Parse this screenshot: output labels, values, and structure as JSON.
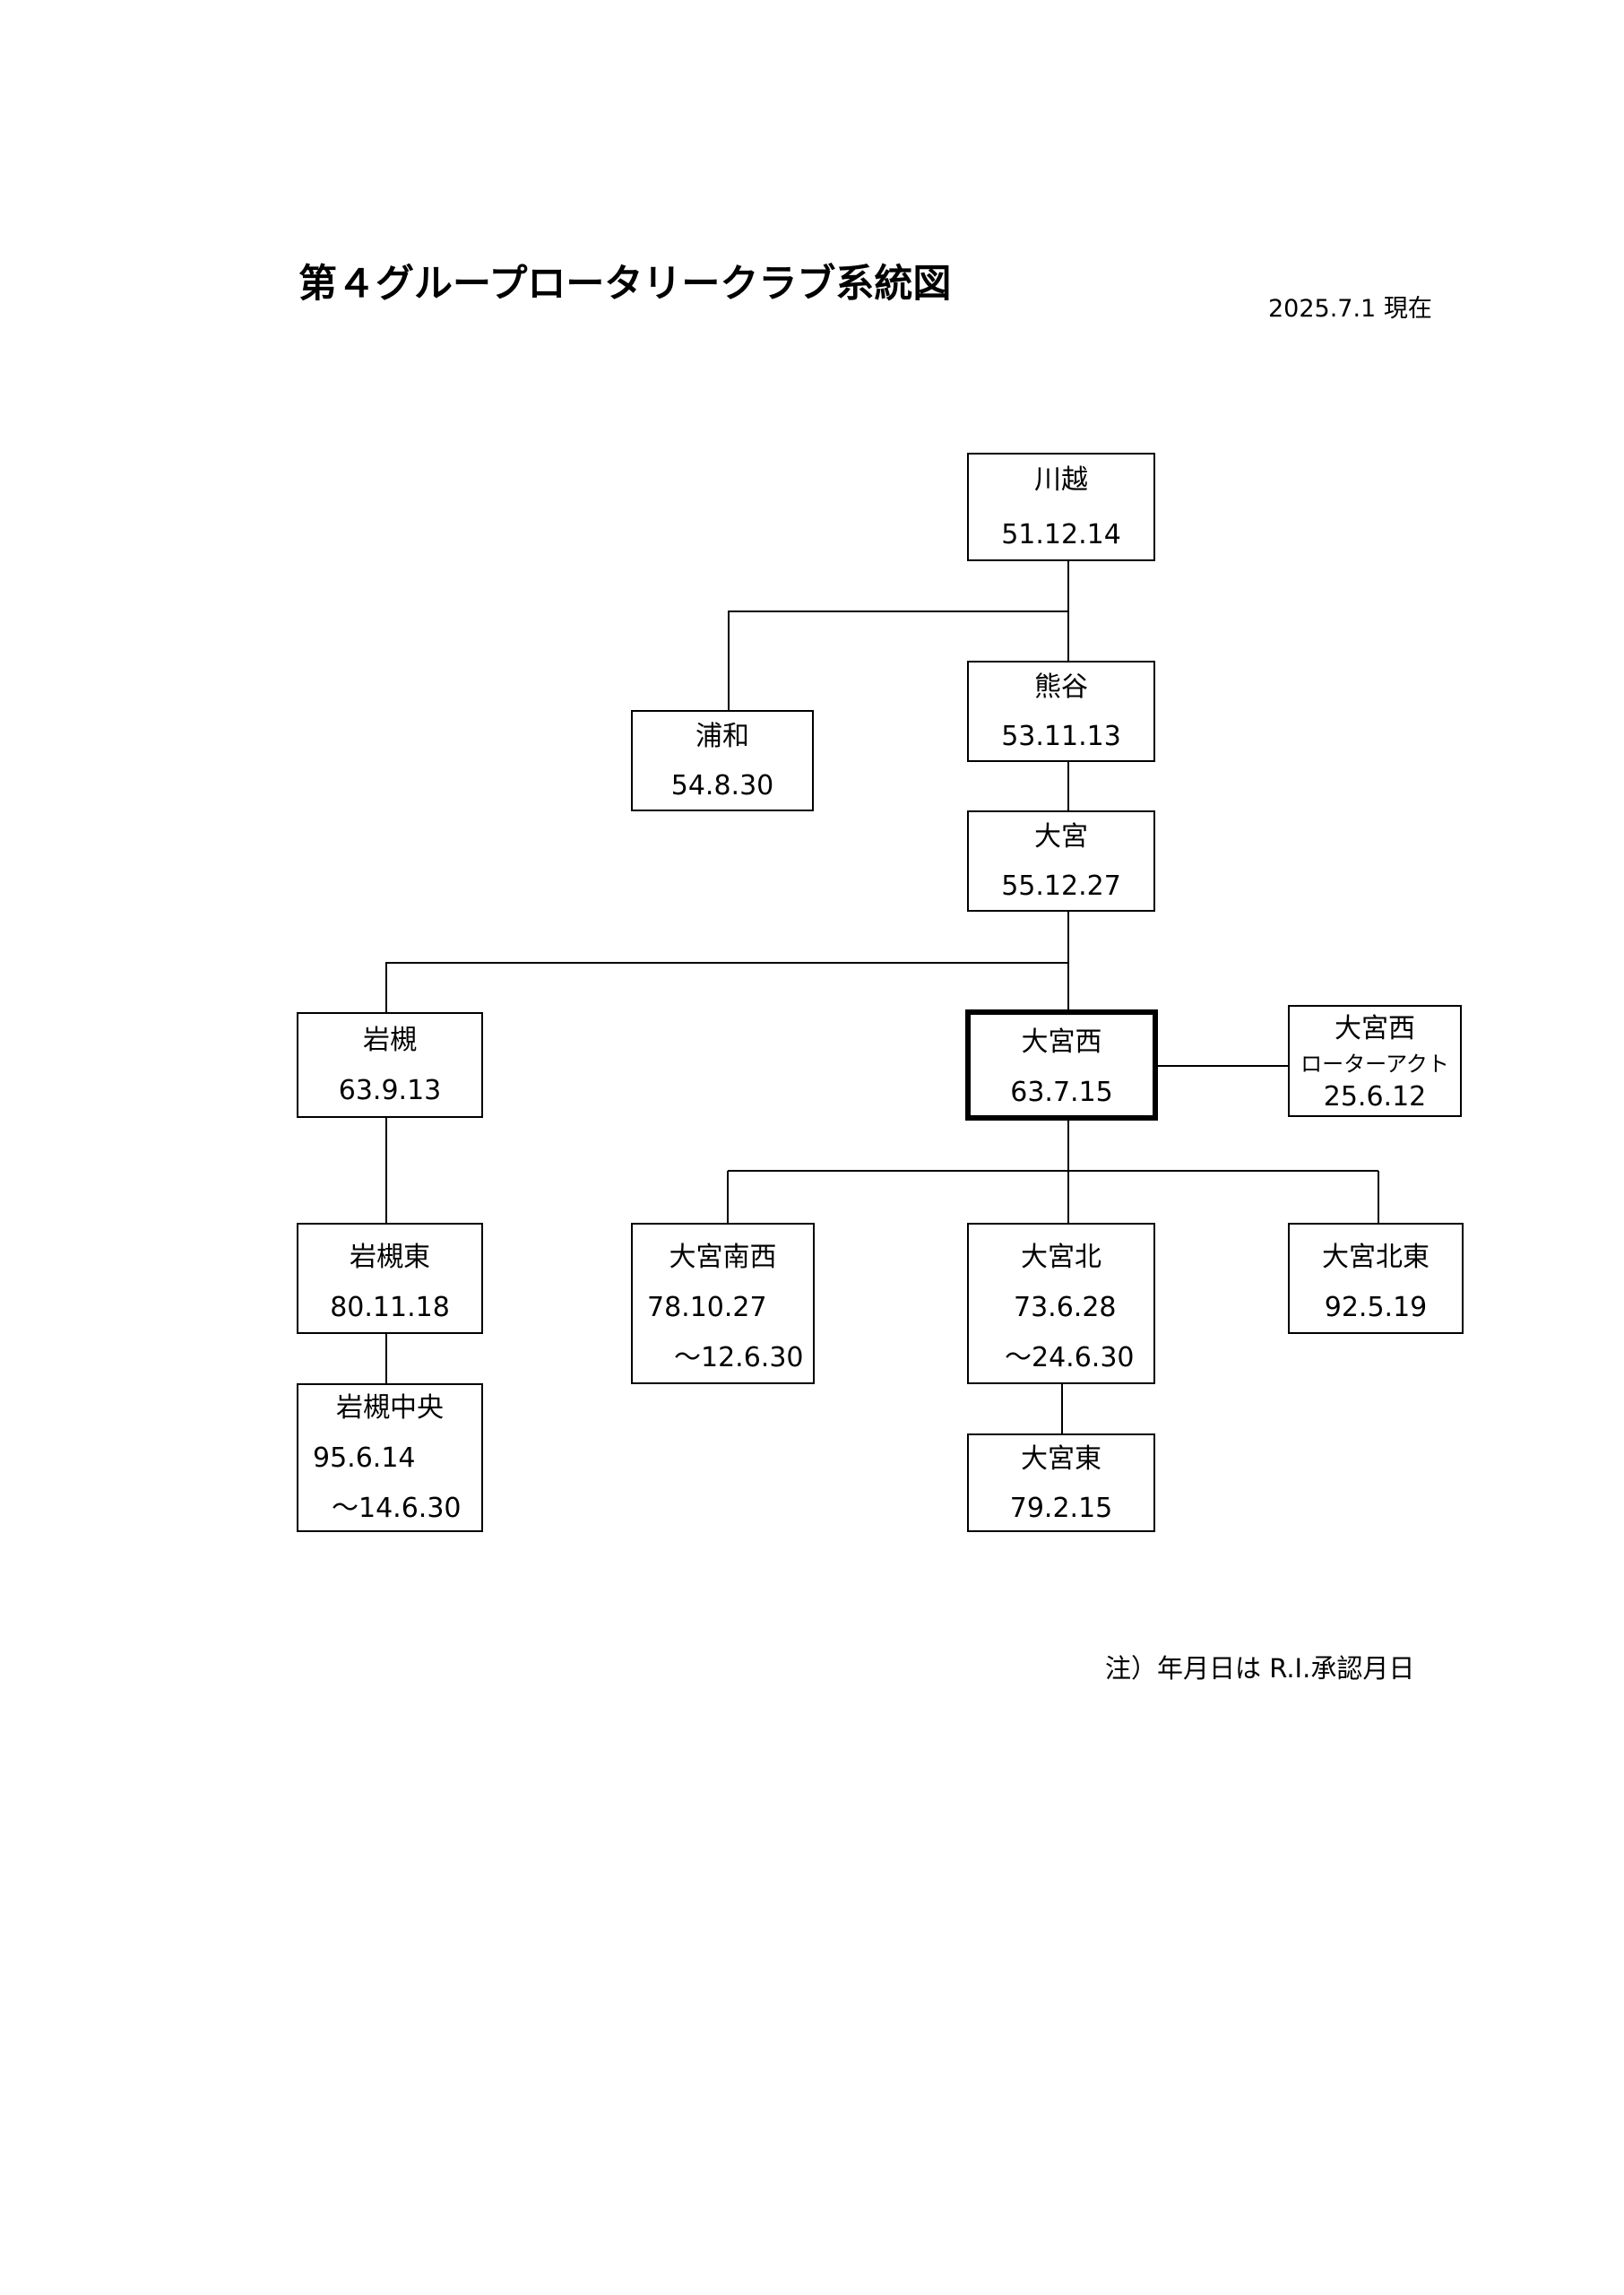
{
  "title": "第４グループロータリークラブ系統図",
  "as_of": "2025.7.1 現在",
  "note": "注）年月日は R.I.承認月日",
  "clubs": {
    "kawagoe": {
      "name": "川越",
      "date": "51.12.14"
    },
    "kumagaya": {
      "name": "熊谷",
      "date": "53.11.13"
    },
    "urawa": {
      "name": "浦和",
      "date": "54.8.30"
    },
    "omiya": {
      "name": "大宮",
      "date": "55.12.27"
    },
    "iwatsuki": {
      "name": "岩槻",
      "date": "63.9.13"
    },
    "omiya_nishi": {
      "name": "大宮西",
      "date": "63.7.15"
    },
    "omiya_nishi_rotaract": {
      "name": "大宮西",
      "subtitle": "ローターアクト",
      "date": "25.6.12"
    },
    "iwatsuki_higashi": {
      "name": "岩槻東",
      "date": "80.11.18"
    },
    "iwatsuki_chuo": {
      "name": "岩槻中央",
      "date": "95.6.14",
      "end": "～14.6.30"
    },
    "omiya_nansei": {
      "name": "大宮南西",
      "date": "78.10.27",
      "end": "～12.6.30"
    },
    "omiya_kita": {
      "name": "大宮北",
      "date": "73.6.28",
      "end": "～24.6.30"
    },
    "omiya_hokuto": {
      "name": "大宮北東",
      "date": "92.5.19"
    },
    "omiya_higashi": {
      "name": "大宮東",
      "date": "79.2.15"
    }
  }
}
